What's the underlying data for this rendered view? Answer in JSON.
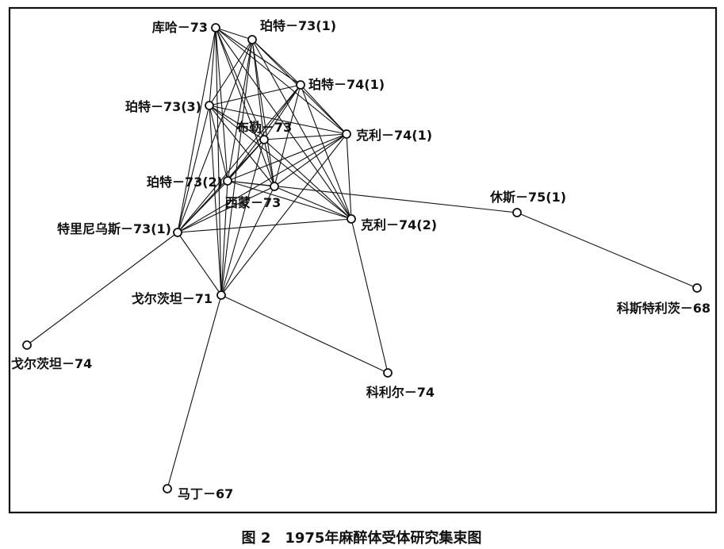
{
  "caption": "图 2　1975年麻醉体受体研究集束图",
  "nodes": [
    {
      "id": "kuha73",
      "label": "库哈－73"
    },
    {
      "id": "pote73_1",
      "label": "珀特－73(1)"
    },
    {
      "id": "pote74_1",
      "label": "珀特－74(1)"
    },
    {
      "id": "pote73_3",
      "label": "珀特－73(3)"
    },
    {
      "id": "bule73",
      "label": "布勒－73"
    },
    {
      "id": "keli74_1",
      "label": "克利－74(1)"
    },
    {
      "id": "pote73_2",
      "label": "珀特－73(2)"
    },
    {
      "id": "ximeng73",
      "label": "西蒙－73"
    },
    {
      "id": "xiusi75_1",
      "label": "休斯－75(1)"
    },
    {
      "id": "telinis73_1",
      "label": "特里尼乌斯－73(1)"
    },
    {
      "id": "keli74_2",
      "label": "克利－74(2)"
    },
    {
      "id": "keste68",
      "label": "科斯特利茨－68"
    },
    {
      "id": "goertan71",
      "label": "戈尔茨坦－71"
    },
    {
      "id": "goertan74",
      "label": "戈尔茨坦－74"
    },
    {
      "id": "kelier74",
      "label": "科利尔－74"
    },
    {
      "id": "mading67",
      "label": "马丁－67"
    }
  ],
  "edges": [
    [
      "kuha73",
      "pote73_1"
    ],
    [
      "kuha73",
      "pote74_1"
    ],
    [
      "kuha73",
      "pote73_3"
    ],
    [
      "kuha73",
      "bule73"
    ],
    [
      "kuha73",
      "keli74_1"
    ],
    [
      "kuha73",
      "pote73_2"
    ],
    [
      "kuha73",
      "ximeng73"
    ],
    [
      "kuha73",
      "telinis73_1"
    ],
    [
      "kuha73",
      "keli74_2"
    ],
    [
      "kuha73",
      "goertan71"
    ],
    [
      "pote73_1",
      "pote74_1"
    ],
    [
      "pote73_1",
      "pote73_3"
    ],
    [
      "pote73_1",
      "bule73"
    ],
    [
      "pote73_1",
      "keli74_1"
    ],
    [
      "pote73_1",
      "pote73_2"
    ],
    [
      "pote73_1",
      "ximeng73"
    ],
    [
      "pote73_1",
      "telinis73_1"
    ],
    [
      "pote73_1",
      "keli74_2"
    ],
    [
      "pote73_1",
      "goertan71"
    ],
    [
      "pote74_1",
      "pote73_3"
    ],
    [
      "pote74_1",
      "bule73"
    ],
    [
      "pote74_1",
      "keli74_1"
    ],
    [
      "pote74_1",
      "pote73_2"
    ],
    [
      "pote74_1",
      "ximeng73"
    ],
    [
      "pote74_1",
      "telinis73_1"
    ],
    [
      "pote74_1",
      "keli74_2"
    ],
    [
      "pote73_3",
      "bule73"
    ],
    [
      "pote73_3",
      "keli74_1"
    ],
    [
      "pote73_3",
      "pote73_2"
    ],
    [
      "pote73_3",
      "ximeng73"
    ],
    [
      "pote73_3",
      "telinis73_1"
    ],
    [
      "pote73_3",
      "keli74_2"
    ],
    [
      "pote73_3",
      "goertan71"
    ],
    [
      "bule73",
      "keli74_1"
    ],
    [
      "bule73",
      "pote73_2"
    ],
    [
      "bule73",
      "ximeng73"
    ],
    [
      "bule73",
      "telinis73_1"
    ],
    [
      "bule73",
      "keli74_2"
    ],
    [
      "bule73",
      "goertan71"
    ],
    [
      "keli74_1",
      "pote73_2"
    ],
    [
      "keli74_1",
      "ximeng73"
    ],
    [
      "keli74_1",
      "telinis73_1"
    ],
    [
      "keli74_1",
      "keli74_2"
    ],
    [
      "keli74_1",
      "goertan71"
    ],
    [
      "pote73_2",
      "ximeng73"
    ],
    [
      "pote73_2",
      "telinis73_1"
    ],
    [
      "pote73_2",
      "keli74_2"
    ],
    [
      "pote73_2",
      "goertan71"
    ],
    [
      "pote73_2",
      "xiusi75_1"
    ],
    [
      "ximeng73",
      "telinis73_1"
    ],
    [
      "ximeng73",
      "keli74_2"
    ],
    [
      "ximeng73",
      "goertan71"
    ],
    [
      "telinis73_1",
      "keli74_2"
    ],
    [
      "telinis73_1",
      "goertan71"
    ],
    [
      "telinis73_1",
      "goertan74"
    ],
    [
      "keli74_2",
      "kelier74"
    ],
    [
      "xiusi75_1",
      "keste68"
    ],
    [
      "goertan71",
      "kelier74"
    ],
    [
      "goertan71",
      "mading67"
    ]
  ]
}
